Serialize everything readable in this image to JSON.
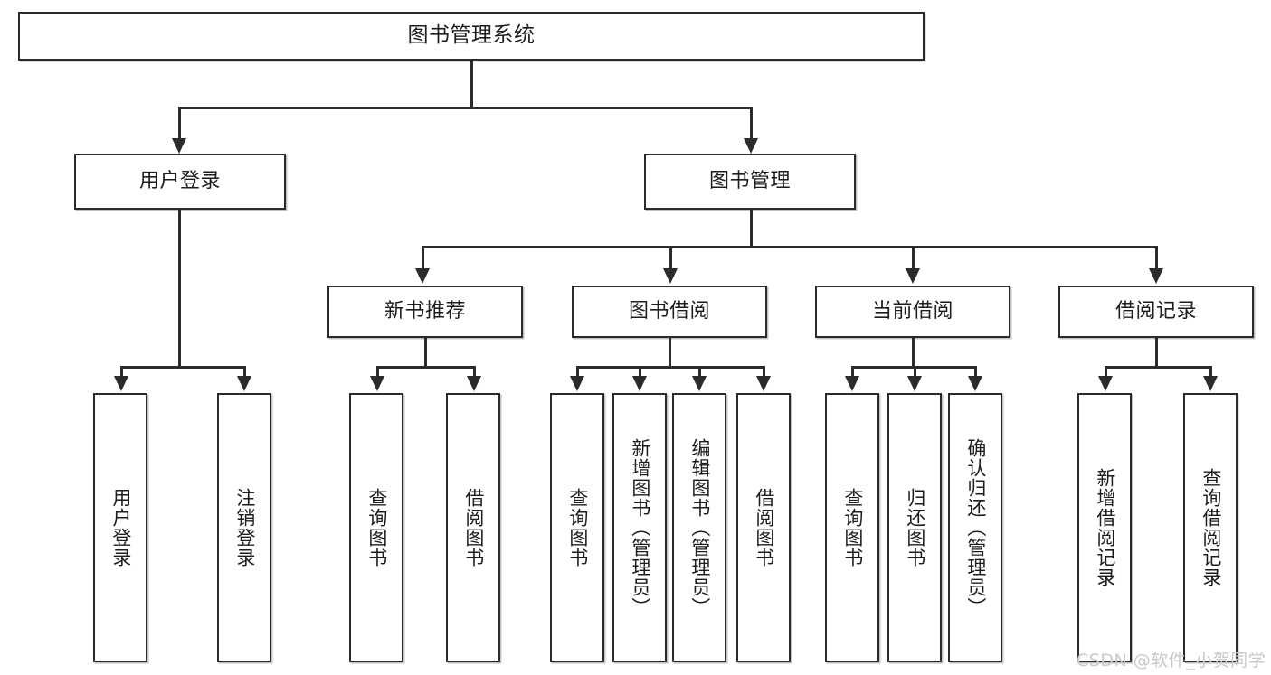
{
  "diagram": {
    "type": "tree-hierarchy",
    "title": "图书管理系统",
    "levels": 4,
    "nodes": {
      "root": {
        "label": "图书管理系统"
      },
      "level2": [
        {
          "id": "user-login",
          "label": "用户登录"
        },
        {
          "id": "book-management",
          "label": "图书管理"
        }
      ],
      "level3": [
        {
          "id": "new-book-recommend",
          "label": "新书推荐"
        },
        {
          "id": "book-borrow",
          "label": "图书借阅"
        },
        {
          "id": "current-borrow",
          "label": "当前借阅"
        },
        {
          "id": "borrow-record",
          "label": "借阅记录"
        }
      ],
      "leaves": {
        "user_login": [
          {
            "id": "leaf-user-login",
            "label": "用户登录"
          },
          {
            "id": "leaf-logout-login",
            "label": "注销登录"
          }
        ],
        "new_book_recommend": [
          {
            "id": "leaf-query-book-1",
            "label": "查询图书"
          },
          {
            "id": "leaf-borrow-book-1",
            "label": "借阅图书"
          }
        ],
        "book_borrow": [
          {
            "id": "leaf-query-book-2",
            "label": "查询图书"
          },
          {
            "id": "leaf-add-book",
            "label": "新增图书（管理员）"
          },
          {
            "id": "leaf-edit-book",
            "label": "编辑图书（管理员）"
          },
          {
            "id": "leaf-borrow-book-2",
            "label": "借阅图书"
          }
        ],
        "current_borrow": [
          {
            "id": "leaf-query-book-3",
            "label": "查询图书"
          },
          {
            "id": "leaf-return-book",
            "label": "归还图书"
          },
          {
            "id": "leaf-confirm-return",
            "label": "确认归还（管理员）"
          }
        ],
        "borrow_record": [
          {
            "id": "leaf-add-record",
            "label": "新增借阅记录"
          },
          {
            "id": "leaf-query-record",
            "label": "查询借阅记录"
          }
        ]
      }
    },
    "colors": {
      "stroke": "#2b2b2b",
      "fill": "#ffffff",
      "text": "#1d1d1d",
      "watermark": "#c9c9c9"
    }
  },
  "watermark": {
    "text": "CSDN @软件_小贺同学"
  }
}
